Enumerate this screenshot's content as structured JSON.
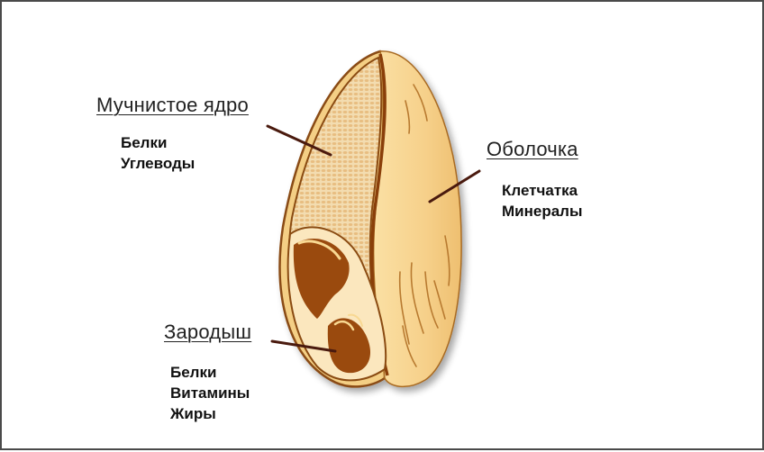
{
  "diagram": {
    "subject": "Wheat grain cross-section",
    "colors": {
      "husk": "#f5cf82",
      "husk_outline": "#8a4b12",
      "endosperm": "#e9c48e",
      "germ": "#9a4a0e",
      "pointer": "#4a1a0e"
    },
    "parts": [
      {
        "title": "Мучнистое ядро",
        "items": [
          "Белки",
          "Углеводы"
        ]
      },
      {
        "title": "Оболочка",
        "items": [
          "Клетчатка",
          "Минералы"
        ]
      },
      {
        "title": "Зародыш",
        "items": [
          "Белки",
          "Витамины",
          "Жиры"
        ]
      }
    ]
  }
}
